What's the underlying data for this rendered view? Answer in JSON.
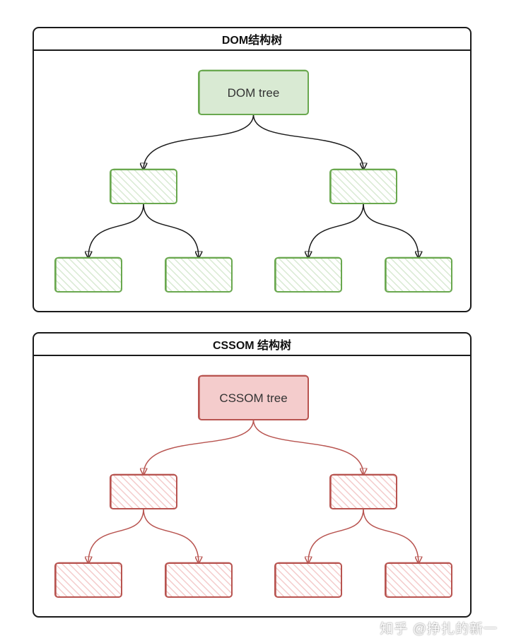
{
  "colors": {
    "dom_stroke": "#6aa84f",
    "dom_fill": "#d9ead3",
    "cssom_stroke": "#b85450",
    "cssom_fill": "#f4cccc",
    "frame": "#1a1a1a"
  },
  "dom_panel": {
    "title": "DOM结构树",
    "root_label": "DOM tree",
    "child_count": 2,
    "grandchild_count": 4
  },
  "cssom_panel": {
    "title": "CSSOM 结构树",
    "root_label": "CSSOM tree",
    "child_count": 2,
    "grandchild_count": 4
  },
  "watermark": "知乎 @挣扎的新一"
}
